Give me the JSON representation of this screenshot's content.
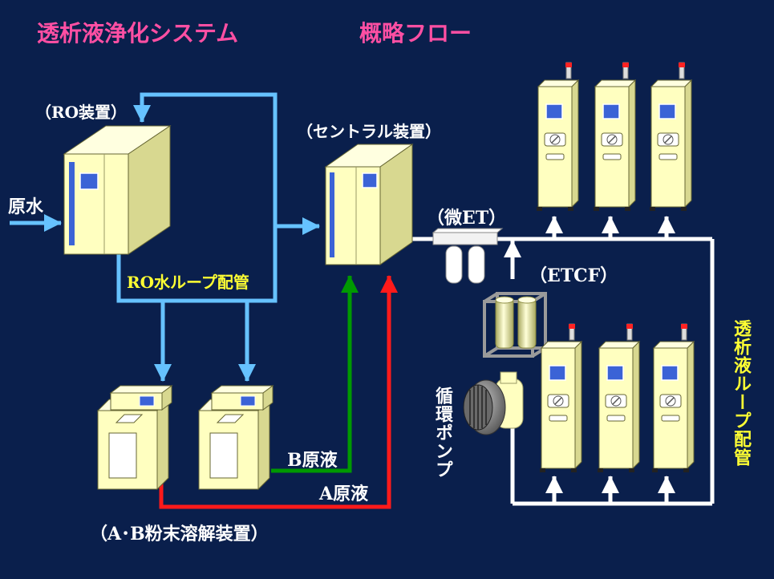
{
  "title": {
    "main": "透析液浄化システム",
    "sub": "概略フロー"
  },
  "labels": {
    "ro_unit": "（RO装置）",
    "raw_water": "原水",
    "central_unit": "（セントラル装置）",
    "micro_et": "（微ET）",
    "etcf": "（ETCF）",
    "ro_loop": "RO水ループ配管",
    "powder_unit": "（A･B粉末溶解装置）",
    "b_concentrate": "B原液",
    "a_concentrate": "A原液",
    "pump": "循環ポンプ",
    "dialysate_loop": "透析液ループ配管"
  },
  "colors": {
    "background": "#0a1f4c",
    "ro_pipe": "#66c2ff",
    "dialysate_pipe": "#ffffff",
    "b_line": "#009900",
    "a_line": "#ff1a1a",
    "machine_body": "#ffffc0",
    "machine_side": "#d8d890",
    "panel": "#3b63d6",
    "title": "#ff4fa3",
    "label": "#ffffff",
    "highlight_label": "#ffff33"
  }
}
